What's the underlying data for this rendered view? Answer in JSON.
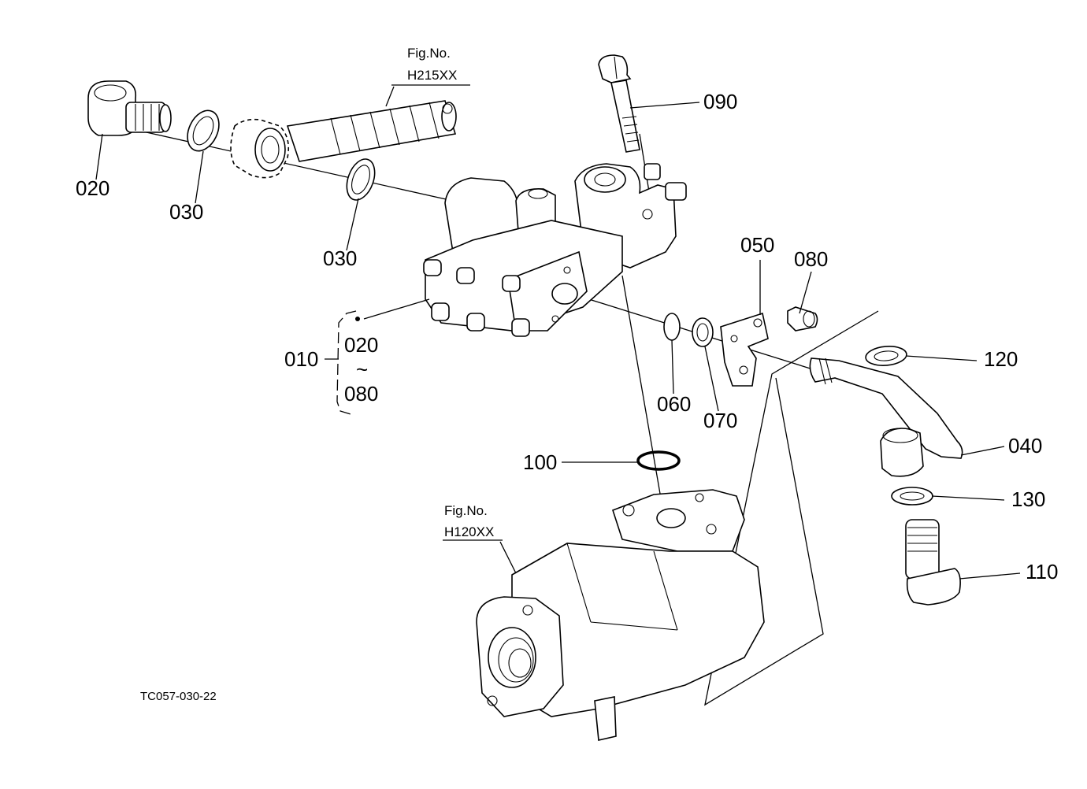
{
  "diagram": {
    "drawing_code": "TC057-030-22",
    "figure_refs": [
      {
        "prefix": "Fig.No.",
        "number": "H215XX"
      },
      {
        "prefix": "Fig.No.",
        "number": "H120XX"
      }
    ],
    "part_labels": {
      "p010": "010",
      "p020": "020",
      "p030a": "030",
      "p030b": "030",
      "p040": "040",
      "p050": "050",
      "p060": "060",
      "p070": "070",
      "p080": "080",
      "p090": "090",
      "p100": "100",
      "p110": "110",
      "p120": "120",
      "p130": "130"
    },
    "assembly_range": {
      "from": "020",
      "tilde": "~",
      "to": "080"
    }
  }
}
